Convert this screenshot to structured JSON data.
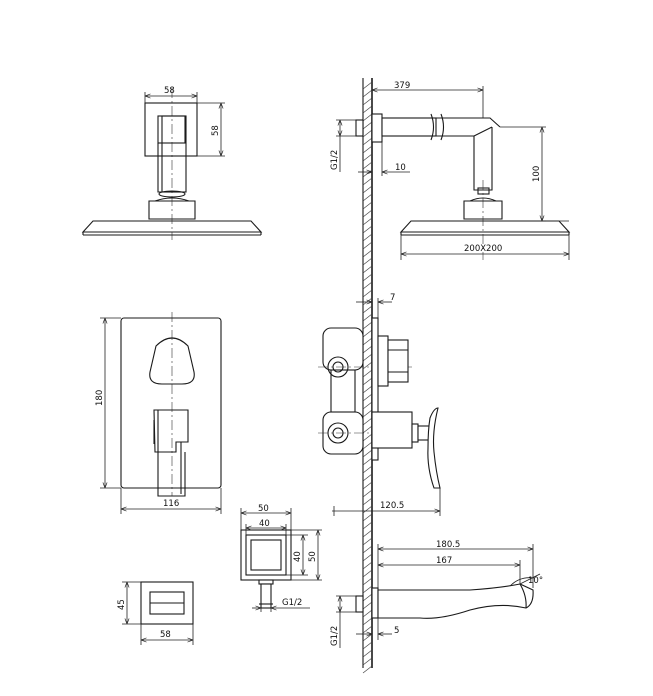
{
  "dimensions": {
    "head_width_top": "58",
    "head_height_side": "58",
    "arm_length": "379",
    "thread_top": "G1/2",
    "wall_offset": "10",
    "drop_height": "100",
    "head_size": "200X200",
    "plate_height": "180",
    "plate_width": "116",
    "cover_offset": "7",
    "mixer_depth": "120.5",
    "outlet_outer": "50",
    "outlet_inner": "40",
    "outlet_side_inner": "40",
    "outlet_side_outer": "50",
    "outlet_thread": "G1/2",
    "flange_height": "45",
    "flange_width": "58",
    "spout_total": "180.5",
    "spout_length": "167",
    "spout_angle": "10°",
    "spout_thread": "G1/2",
    "spout_offset": "5"
  }
}
